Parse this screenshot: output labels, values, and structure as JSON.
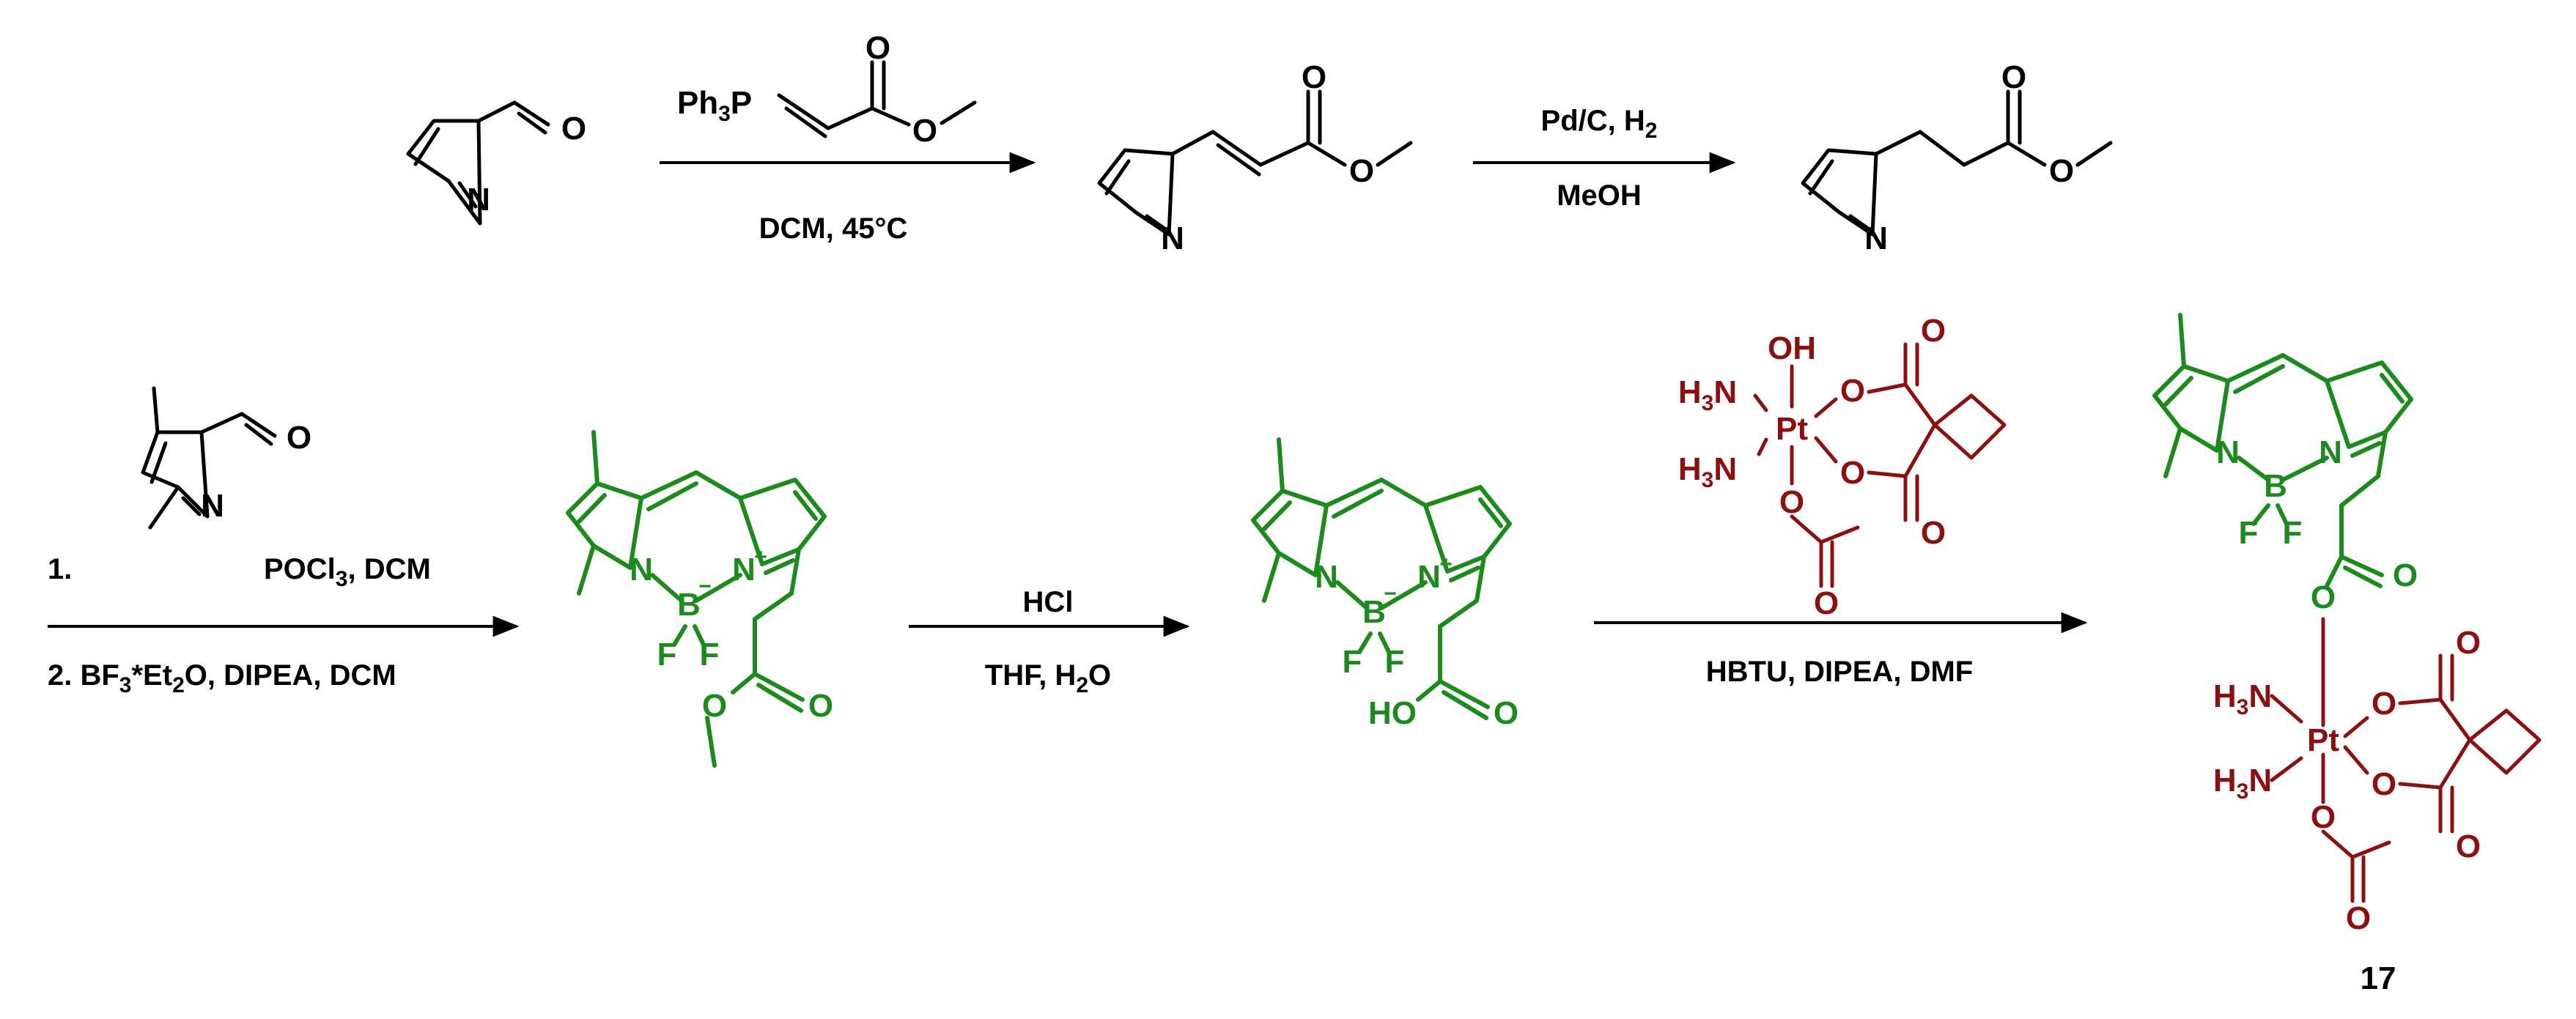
{
  "colors": {
    "black": "#000000",
    "green": "#1d8a1d",
    "maroon": "#8c1010"
  },
  "step1": {
    "reagent": "Ph3P=CHCO2Me",
    "conditions": "DCM, 45°C"
  },
  "step2": {
    "reagent": "Pd/C, H2",
    "conditions": "MeOH"
  },
  "step3": {
    "line1_number": "1.",
    "line1_conditions": "POCl3, DCM",
    "line2": "2. BF3*Et2O, DIPEA, DCM"
  },
  "step4": {
    "reagent": "HCl",
    "conditions": "THF, H2O"
  },
  "step5": {
    "conditions": "HBTU, DIPEA, DMF"
  },
  "atoms": {
    "N": "N",
    "O": "O",
    "B": "B",
    "F": "F",
    "Pt": "Pt",
    "OH": "OH",
    "HO": "HO",
    "H3N": "H3N",
    "Ph3P": "Ph3P",
    "plus": "+",
    "minus": "−"
  },
  "compound_label": "17"
}
